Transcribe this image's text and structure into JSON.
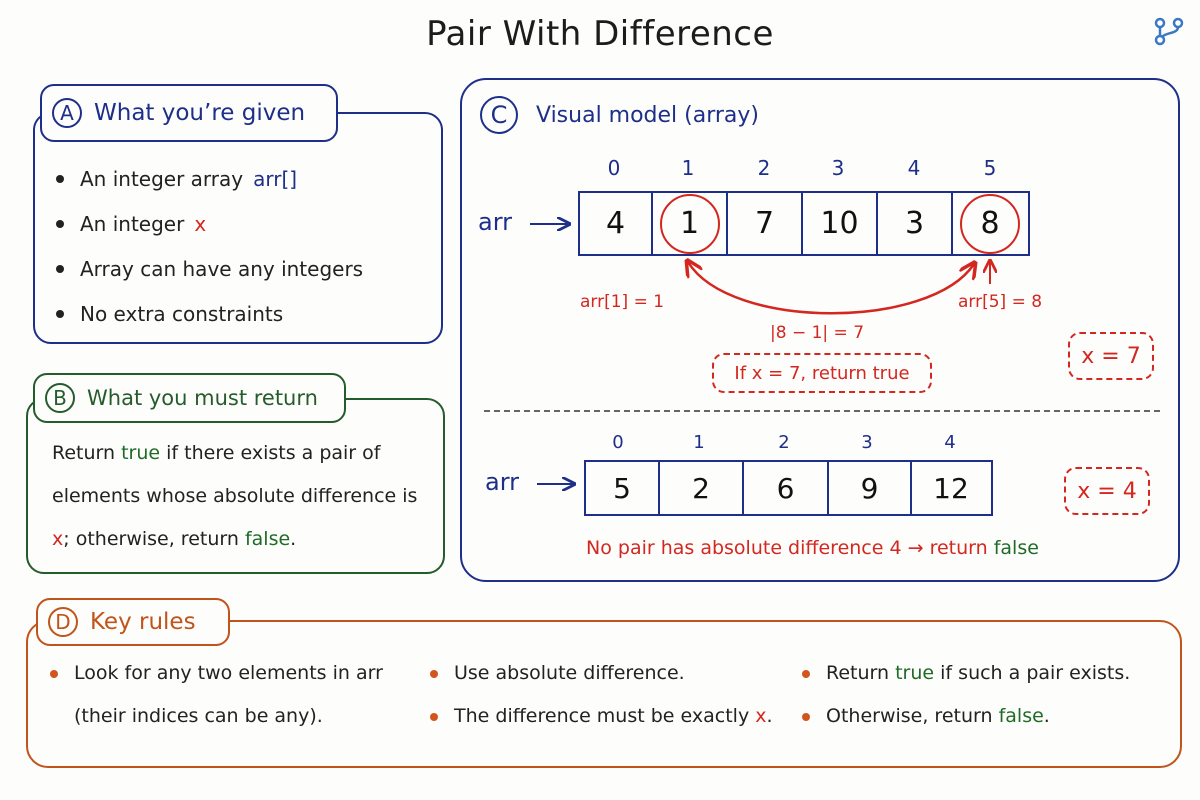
{
  "title": "Pair With Difference",
  "panel_a": {
    "letter": "A",
    "heading": "What you’re given",
    "items": [
      {
        "text": "An integer array",
        "highlight": "arr[]",
        "highlight_color": "#1e2f8a"
      },
      {
        "text": "An integer",
        "highlight": "x",
        "highlight_color": "#d3271f"
      },
      {
        "text": "Array can have any integers",
        "highlight": ""
      },
      {
        "text": "No extra constraints",
        "highlight": ""
      }
    ]
  },
  "panel_b": {
    "letter": "B",
    "heading": "What you must return",
    "text_1": "Return",
    "true_word": "true",
    "text_2": "if there exists a pair of elements whose absolute difference is",
    "x_word": "x",
    "text_3": ";",
    "text_4": "otherwise, return",
    "false_word": "false",
    "text_5": "."
  },
  "panel_c": {
    "letter": "C",
    "heading": "Visual model (array)",
    "example_1": {
      "label": "arr",
      "indices": [
        "0",
        "1",
        "2",
        "3",
        "4",
        "5"
      ],
      "values": [
        "4",
        "1",
        "7",
        "10",
        "3",
        "8"
      ],
      "circled": [
        1,
        5
      ],
      "left_note": "arr[1] = 1",
      "right_note": "arr[5] = 8",
      "calc": "|8 − 1| = 7",
      "condition": "If x = 7, return true",
      "x_box": "x = 7"
    },
    "example_2": {
      "label": "arr",
      "indices": [
        "0",
        "1",
        "2",
        "3",
        "4"
      ],
      "values": [
        "5",
        "2",
        "6",
        "9",
        "12"
      ],
      "x_box": "x = 4",
      "result_text": "No pair has absolute difference 4 → return",
      "result_false": "false"
    }
  },
  "panel_d": {
    "letter": "D",
    "heading": "Key rules",
    "col_1": {
      "line_1": "Look for any two elements in arr",
      "line_2": "(their indices can be any)."
    },
    "col_2": {
      "line_1": "Use absolute difference.",
      "line_2_a": "The difference must be exactly",
      "line_2_x": "x",
      "line_2_b": "."
    },
    "col_3": {
      "line_1_a": "Return",
      "line_1_true": "true",
      "line_1_b": "if such a pair exists.",
      "line_2_a": "Otherwise, return",
      "line_2_false": "false",
      "line_2_b": "."
    }
  },
  "icons": {
    "corner": "git-branch-icon"
  },
  "colors": {
    "blue": "#1e2f8a",
    "green": "#255c2b",
    "red": "#d3271f",
    "orange": "#c0541a"
  }
}
